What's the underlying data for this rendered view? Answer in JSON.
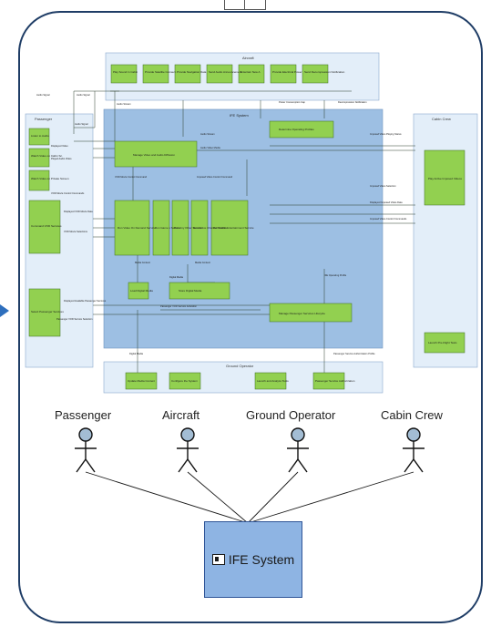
{
  "actors": [
    "Passenger",
    "Aircraft",
    "Ground Operator",
    "Cabin Crew"
  ],
  "system_box": {
    "label": "IFE System"
  },
  "diagram": {
    "swimlanes": {
      "passenger": "Passenger",
      "aircraft": "Aircraft",
      "ife_system": "IFE System",
      "cabin_crew": "Cabin Crew",
      "ground_operator": "Ground Operator"
    },
    "aircraft_functions": [
      "Play Sound in Cabin",
      "Provide Satellite Connect.",
      "Provide Navigation Data",
      "Send Audio Announcement",
      "Entertain New A",
      "Provide Electrical Power",
      "Send Decompression Notification"
    ],
    "passenger_functions": [
      "Listen to Audio",
      "Watch Video on Cabin Sc.",
      "Watch Video on Private Screen",
      "Command VOD Services",
      "Select Passenger Services"
    ],
    "ife_functions": [
      "Manage Video and Audio Diffusion",
      "Determine Operating Profiles",
      "Run Video On Demand Service",
      "Run Game s Service",
      "Run Any Other Service",
      "Run Active Channel Service",
      "Run Cabin Entertainment Service",
      "Load Digital Media",
      "Store Digital Media",
      "Manage Passenger Services Lifecycle"
    ],
    "cabin_crew_functions": [
      "Play Active Imposed Videos",
      "Launch Pre-Flight Tests"
    ],
    "ground_functions": [
      "Update Media Content",
      "Configure the System",
      "Launch and Analyze Tests",
      "Passenger Service Authorization"
    ],
    "exchanges": [
      "Audio Signal",
      "Audio Signal",
      "Audio Signal",
      "Audio Stream",
      "Audio Stream",
      "Displayed Video",
      "Played Audio Video",
      "Audio Video Media",
      "VOD Movie Control Commands",
      "VOD Movie Control Command",
      "Imposed Video Control Command",
      "Displayed VOD Movie Data",
      "VOD Movie Selections",
      "Imposed Video Playing Status",
      "Imposed Video Selection",
      "Displayed Imposed Video Data",
      "Imposed Video Control Commands",
      "Media Content",
      "Media Content",
      "Digital Media",
      "Digital Media",
      "Displayed Available Passenger Services",
      "Passenger VOD Service Selection",
      "Passenger VOD Service Activation",
      "IFE Operating Profile",
      "Passenger Service Authorization Profile",
      "Power Consumption Cap",
      "Decompression Notification"
    ]
  },
  "colors": {
    "frame": "#1f3d66",
    "lane_bg": "#dbe9f7",
    "function_green": "#92d050",
    "system_blue": "#8eb4e3",
    "arrow_blue": "#2e6fbd"
  }
}
